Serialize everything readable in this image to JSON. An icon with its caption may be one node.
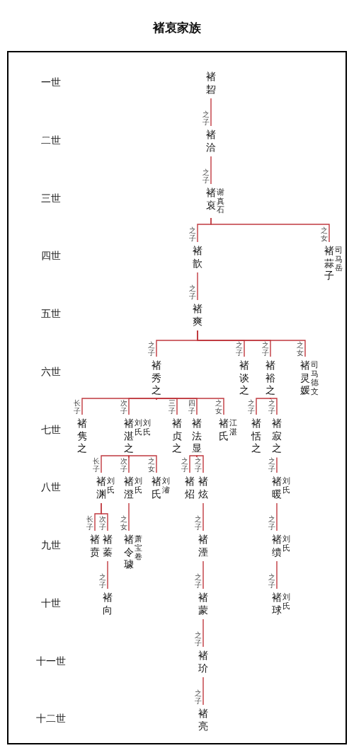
{
  "diagram": {
    "title": "褚裒家族",
    "nodes": [
      {
        "text": [
          "褚䂮"
        ]
      },
      {
        "text": [
          "褚洽"
        ]
      },
      {
        "text": [
          "褚裒"
        ],
        "beside": [
          "谢真石"
        ]
      },
      {
        "text": [
          "褚歆"
        ]
      },
      {
        "text": [
          "褚蒜子"
        ],
        "beside": [
          "司马岳"
        ]
      },
      {
        "text": [
          "褚爽"
        ]
      },
      {
        "text": [
          "褚秀之"
        ]
      },
      {
        "text": [
          "褚谈之"
        ]
      },
      {
        "text": [
          "褚裕之"
        ]
      },
      {
        "text": [
          "褚灵媛"
        ],
        "beside": [
          "司马德文"
        ]
      },
      {
        "text": [
          "褚隽之"
        ]
      },
      {
        "text": [
          "褚湛之"
        ],
        "beside": [
          "刘氏",
          "刘氏"
        ]
      },
      {
        "text": [
          "褚贞之"
        ]
      },
      {
        "text": [
          "褚法显"
        ]
      },
      {
        "text": [
          "褚氏"
        ],
        "beside": [
          "江湛"
        ]
      },
      {
        "text": [
          "褚恬之"
        ]
      },
      {
        "text": [
          "褚寂之"
        ]
      },
      {
        "text": [
          "褚渊"
        ],
        "beside": [
          "刘氏"
        ]
      },
      {
        "text": [
          "褚澄"
        ],
        "beside": [
          "刘氏"
        ]
      },
      {
        "text": [
          "褚氏"
        ],
        "beside": [
          "刘濬"
        ]
      },
      {
        "text": [
          "褚炤"
        ]
      },
      {
        "text": [
          "褚炫"
        ]
      },
      {
        "text": [
          "褚暖"
        ],
        "beside": [
          "刘氏"
        ]
      },
      {
        "text": [
          "褚贲"
        ]
      },
      {
        "text": [
          "褚蓁"
        ]
      },
      {
        "text": [
          "褚令璩"
        ],
        "beside": [
          "萧宝卷"
        ]
      },
      {
        "text": [
          "褚湮"
        ]
      },
      {
        "text": [
          "褚缋"
        ],
        "beside": [
          "刘氏"
        ]
      },
      {
        "text": [
          "褚向"
        ]
      },
      {
        "text": [
          "褚蒙"
        ]
      },
      {
        "text": [
          "褚球"
        ],
        "beside": [
          "刘氏"
        ]
      },
      {
        "text": [
          "褚玠"
        ]
      },
      {
        "text": [
          "褚亮"
        ]
      }
    ],
    "edges": [
      {
        "from": 0,
        "to": 1,
        "arrow": "none",
        "label": "之子"
      },
      {
        "from": 1,
        "to": 2,
        "arrow": "none",
        "label": "之子"
      },
      {
        "from": 2,
        "to": 3,
        "arrow": "none",
        "label": "之子"
      },
      {
        "from": 2,
        "to": 4,
        "arrow": "none",
        "label": "之女"
      },
      {
        "from": 3,
        "to": 5,
        "arrow": "none",
        "label": "之子"
      },
      {
        "from": 5,
        "to": 6,
        "arrow": "none",
        "label": "之子"
      },
      {
        "from": 5,
        "to": 7,
        "arrow": "none",
        "label": "之子"
      },
      {
        "from": 5,
        "to": 8,
        "arrow": "none",
        "label": "之子"
      },
      {
        "from": 5,
        "to": 9,
        "arrow": "none",
        "label": "之女"
      },
      {
        "from": 6,
        "to": 10,
        "arrow": "none",
        "label": "长子"
      },
      {
        "from": 6,
        "to": 11,
        "arrow": "none",
        "label": "次子"
      },
      {
        "from": 6,
        "to": 12,
        "arrow": "none",
        "label": "三子"
      },
      {
        "from": 6,
        "to": 13,
        "arrow": "none",
        "label": "四子"
      },
      {
        "from": 6,
        "to": 14,
        "arrow": "none",
        "label": "之女"
      },
      {
        "from": 8,
        "to": 15,
        "arrow": "none",
        "label": "之子"
      },
      {
        "from": 8,
        "to": 16,
        "arrow": "none",
        "label": "之子"
      },
      {
        "from": 11,
        "to": 17,
        "arrow": "none",
        "label": "长子"
      },
      {
        "from": 11,
        "to": 18,
        "arrow": "none",
        "label": "次子"
      },
      {
        "from": 11,
        "to": 19,
        "arrow": "none",
        "label": "之女"
      },
      {
        "from": 13,
        "to": 20,
        "arrow": "none",
        "label": "之子"
      },
      {
        "from": 13,
        "to": 21,
        "arrow": "none",
        "label": "之子"
      },
      {
        "from": 16,
        "to": 22,
        "arrow": "none",
        "label": "之子"
      },
      {
        "from": 17,
        "to": 23,
        "arrow": "none",
        "label": "长子"
      },
      {
        "from": 17,
        "to": 24,
        "arrow": "none",
        "label": "次子"
      },
      {
        "from": 18,
        "to": 25,
        "arrow": "none",
        "label": "之女"
      },
      {
        "from": 21,
        "to": 26,
        "arrow": "none",
        "label": "之子"
      },
      {
        "from": 22,
        "to": 27,
        "arrow": "none",
        "label": "之子"
      },
      {
        "from": 24,
        "to": 28,
        "arrow": "none",
        "label": "之子"
      },
      {
        "from": 26,
        "to": 29,
        "arrow": "none",
        "label": "之子"
      },
      {
        "from": 27,
        "to": 30,
        "arrow": "none",
        "label": "之子"
      },
      {
        "from": 29,
        "to": 31,
        "arrow": "none",
        "label": "之子"
      },
      {
        "from": 31,
        "to": 32,
        "arrow": "none",
        "label": "之子"
      }
    ],
    "labels": [
      "一世",
      "二世",
      "三世",
      "四世",
      "五世",
      "六世",
      "七世",
      "八世",
      "九世",
      "十世",
      "十一世",
      "十二世"
    ]
  }
}
